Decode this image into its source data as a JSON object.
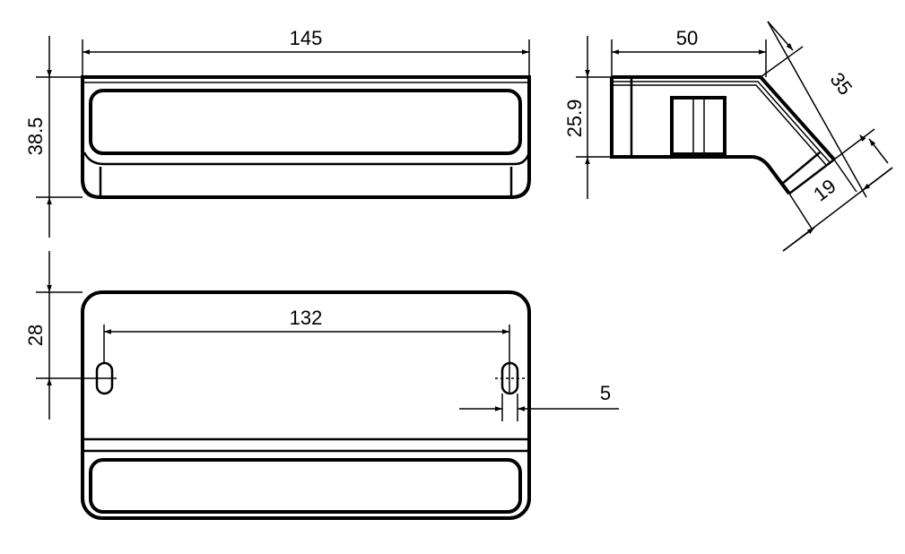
{
  "dimensions": {
    "front_width": "145",
    "front_height": "38.5",
    "side_depth": "50",
    "side_height": "25.9",
    "side_angled_length": "35",
    "side_end_width": "19",
    "bottom_slot_offset": "28",
    "bottom_slot_spacing": "132",
    "bottom_slot_width": "5"
  }
}
